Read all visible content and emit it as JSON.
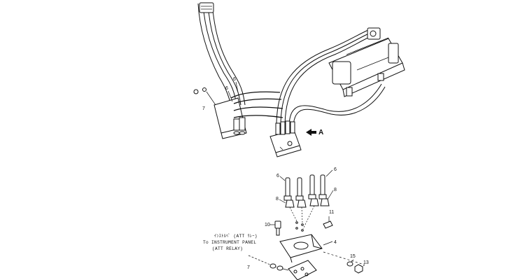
{
  "callouts": {
    "upper": {
      "c6a": "6",
      "c6b": "6",
      "c7": "7",
      "arrow_label": "A"
    },
    "lower": {
      "c6_left": "6",
      "c6_right": "6",
      "c8_left": "8",
      "c8_right": "8",
      "c10": "10",
      "c11": "11",
      "c4": "4",
      "c7": "7",
      "c15": "15",
      "c13": "13"
    }
  },
  "note": {
    "line1": "ｲﾝｽﾄﾙﾍﾟ (ATT ﾘﾚｰ)",
    "line2": "To INSTRUMENT PANEL",
    "line3": "(ATT RELAY)"
  }
}
